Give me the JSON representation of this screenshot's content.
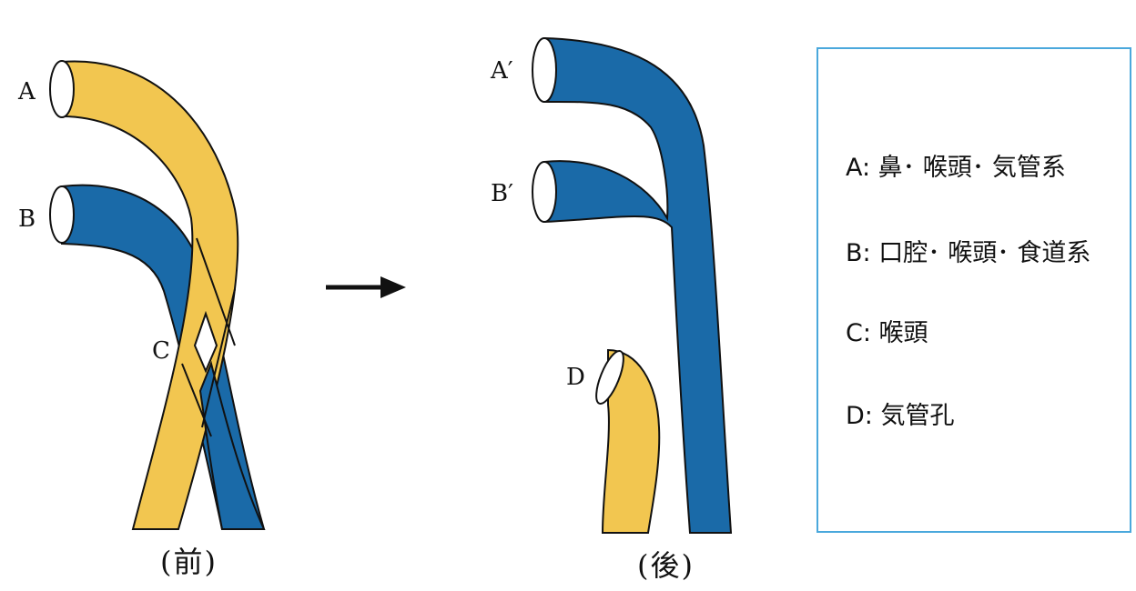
{
  "colors": {
    "airway": "#f2c650",
    "food": "#1a6aa8",
    "legend_border": "#4aa8dc"
  },
  "before": {
    "label_a": "A",
    "label_b": "B",
    "label_c": "C",
    "caption": "(前)"
  },
  "after": {
    "label_a": "A′",
    "label_b": "B′",
    "label_d": "D",
    "caption": "(後)"
  },
  "legend": {
    "items": [
      {
        "key": "A",
        "text": "A: 鼻･ 喉頭･ 気管系"
      },
      {
        "key": "B",
        "text": "B: 口腔･ 喉頭･ 食道系"
      },
      {
        "key": "C",
        "text": "C: 喉頭"
      },
      {
        "key": "D",
        "text": "D: 気管孔"
      }
    ]
  }
}
